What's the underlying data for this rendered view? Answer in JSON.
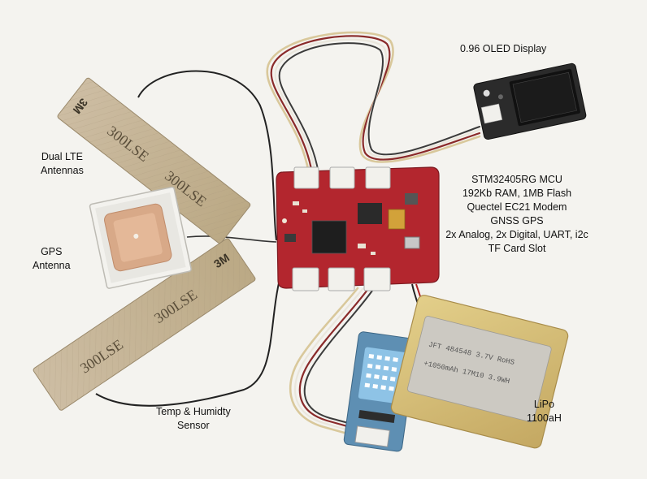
{
  "labels": {
    "oled": [
      "0.96 OLED Display"
    ],
    "lte": [
      "Dual LTE",
      "Antennas"
    ],
    "gps": [
      "GPS",
      "Antenna"
    ],
    "mcu": [
      "STM32405RG MCU",
      "192Kb RAM, 1MB Flash",
      "Quectel EC21 Modem",
      "GNSS GPS",
      "2x Analog, 2x Digital, UART, i2c",
      "TF Card Slot"
    ],
    "temp": [
      "Temp & Humidty",
      "Sensor"
    ],
    "lipo": [
      "LiPo",
      "1100aH"
    ]
  },
  "antenna_text": {
    "brand": "3M",
    "model": "300LSE"
  },
  "battery_text": {
    "line1": "JFT 484548 3.7V RoHS",
    "line2": "+1050mAh 17M10 3.9WH"
  },
  "colors": {
    "background": "#f4f3ef",
    "board": "#b3262e",
    "tape": "#c9b79a",
    "battery": "#d7c07a",
    "sensor": "#5e8fb3",
    "oled_board": "#2b2b2b"
  }
}
